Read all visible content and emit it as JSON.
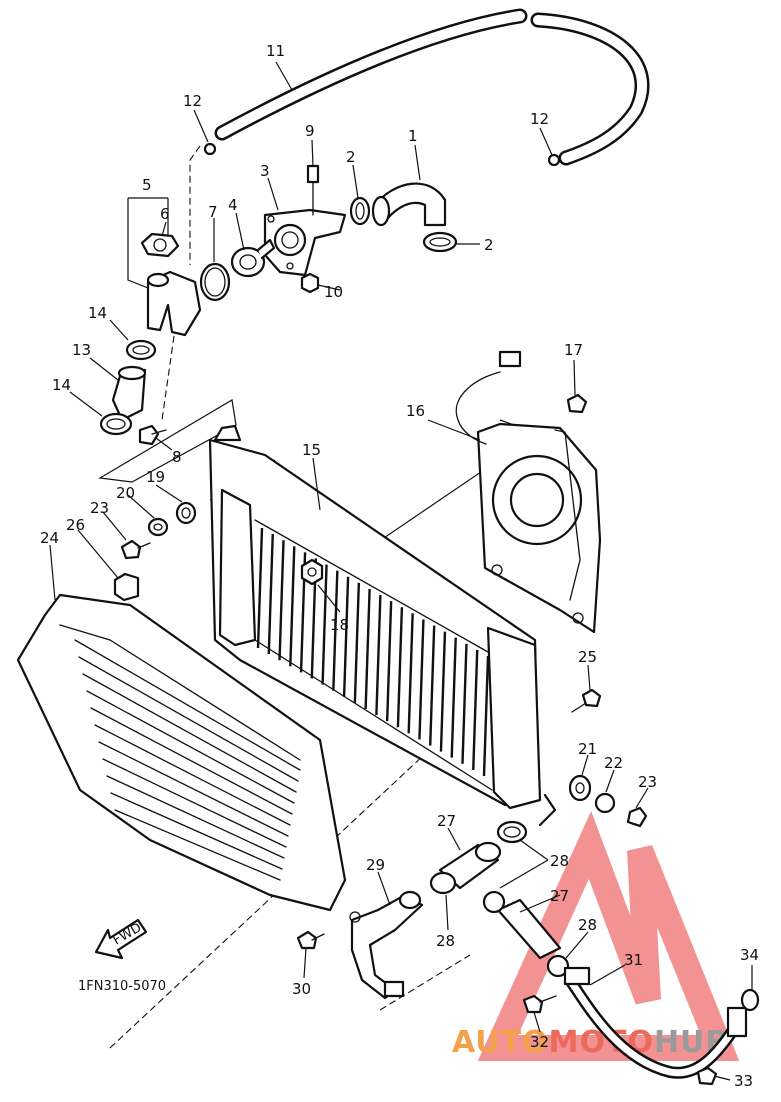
{
  "diagram": {
    "code": "1FN310-5070",
    "fwd_label": "FWD",
    "watermark": {
      "text_a": "AUTO",
      "text_b": "MOTO",
      "text_c": "HUB",
      "color_a": "#f4a24a",
      "color_b": "#ec6a5c",
      "color_c": "#9a9a9a",
      "triangle_color": "#ef6e6e"
    },
    "callouts": {
      "c1": "1",
      "c2a": "2",
      "c2b": "2",
      "c3": "3",
      "c4": "4",
      "c5": "5",
      "c6": "6",
      "c7": "7",
      "c8": "8",
      "c9": "9",
      "c10": "10",
      "c11": "11",
      "c12a": "12",
      "c12b": "12",
      "c13": "13",
      "c14a": "14",
      "c14b": "14",
      "c15": "15",
      "c16": "16",
      "c17": "17",
      "c18": "18",
      "c19": "19",
      "c20": "20",
      "c21": "21",
      "c22": "22",
      "c23a": "23",
      "c23b": "23",
      "c24": "24",
      "c25": "25",
      "c26": "26",
      "c27a": "27",
      "c27b": "27",
      "c28a": "28",
      "c28b": "28",
      "c28c": "28",
      "c29": "29",
      "c30": "30",
      "c31": "31",
      "c32": "32",
      "c33": "33",
      "c34": "34"
    }
  }
}
